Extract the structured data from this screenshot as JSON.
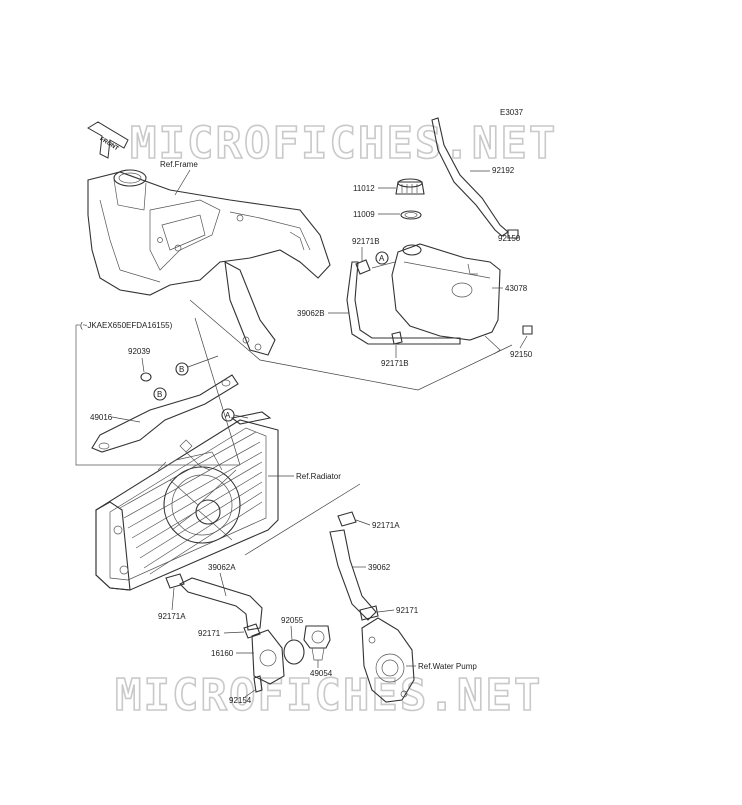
{
  "diagram": {
    "code": "E3037",
    "watermark": "MICROFICHES.NET",
    "front_label": "FRONT",
    "variant_note": "(~JKAEX650EFDA16155)",
    "refs": {
      "frame": "Ref.Frame",
      "radiator": "Ref.Radiator",
      "water_pump": "Ref.Water Pump"
    },
    "callouts": {
      "a": "A",
      "b": "B"
    },
    "parts": {
      "p11012": "11012",
      "p11009": "11009",
      "p92192": "92192",
      "p92171b_top": "92171B",
      "p92150_top": "92150",
      "p43078": "43078",
      "p39062b": "39062B",
      "p92171b_bottom": "92171B",
      "p92150_bottom": "92150",
      "p92039": "92039",
      "p49016": "49016",
      "p92171a_right": "92171A",
      "p39062": "39062",
      "p92171_right": "92171",
      "p39062a": "39062A",
      "p92171a_left": "92171A",
      "p92055": "92055",
      "p92171_left": "92171",
      "p16160": "16160",
      "p49054": "49054",
      "p92154": "92154"
    }
  }
}
